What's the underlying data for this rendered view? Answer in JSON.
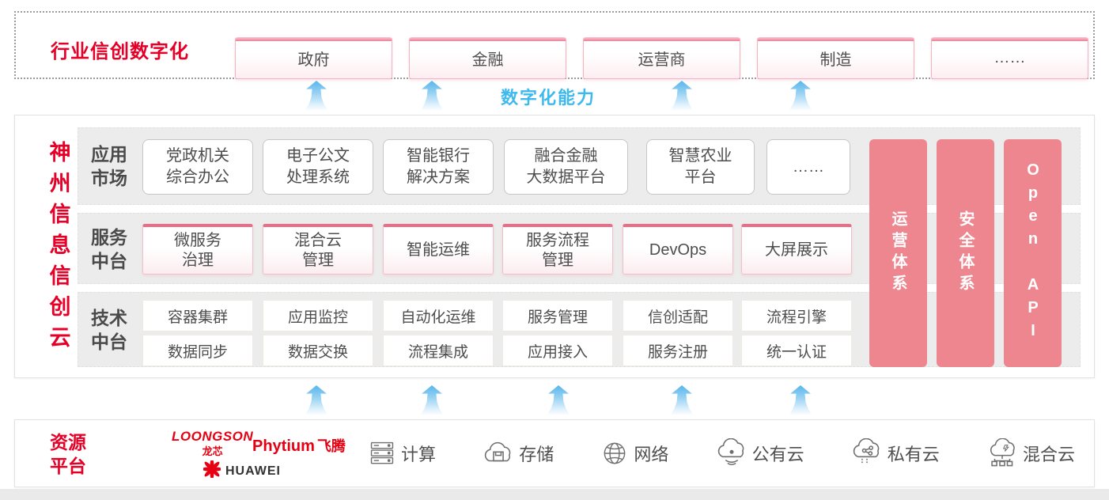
{
  "colors": {
    "accent_red": "#e60027",
    "vendor_red": "#e60012",
    "bar_pink": "#ee868f",
    "capability_blue": "#3eb9ee",
    "row_gray": "#ececec"
  },
  "top_banner": {
    "title": "行业信创数字化",
    "industries": [
      "政府",
      "金融",
      "运营商",
      "制造",
      "……"
    ]
  },
  "capability": {
    "label": "数字化能力"
  },
  "cloud": {
    "vertical_title": "神州信息信创云",
    "rows": [
      {
        "label": "应用\n市场",
        "items": [
          "党政机关\n综合办公",
          "电子公文\n处理系统",
          "智能银行\n解决方案",
          "融合金融\n大数据平台",
          "智慧农业\n平台",
          "……"
        ]
      },
      {
        "label": "服务\n中台",
        "items": [
          "微服务\n治理",
          "混合云\n管理",
          "智能运维",
          "服务流程\n管理",
          "DevOps",
          "大屏展示"
        ]
      },
      {
        "label": "技术\n中台",
        "items_top": [
          "容器集群",
          "应用监控",
          "自动化运维",
          "服务管理",
          "信创适配",
          "流程引擎"
        ],
        "items_bottom": [
          "数据同步",
          "数据交换",
          "流程集成",
          "应用接入",
          "服务注册",
          "统一认证"
        ]
      }
    ],
    "side_bars": [
      "运营体系",
      "安全体系",
      "Open API"
    ]
  },
  "resources": {
    "label": "资源\n平台",
    "vendors": {
      "loongson_en": "LOONGSON",
      "loongson_cn": "龙芯",
      "phytium_en": "Phytium",
      "phytium_cn": "飞腾",
      "huawei": "HUAWEI"
    },
    "items": [
      {
        "icon": "compute-icon",
        "label": "计算"
      },
      {
        "icon": "storage-icon",
        "label": "存储"
      },
      {
        "icon": "network-icon",
        "label": "网络"
      },
      {
        "icon": "public-cloud-icon",
        "label": "公有云"
      },
      {
        "icon": "private-cloud-icon",
        "label": "私有云"
      },
      {
        "icon": "hybrid-cloud-icon",
        "label": "混合云"
      }
    ]
  }
}
